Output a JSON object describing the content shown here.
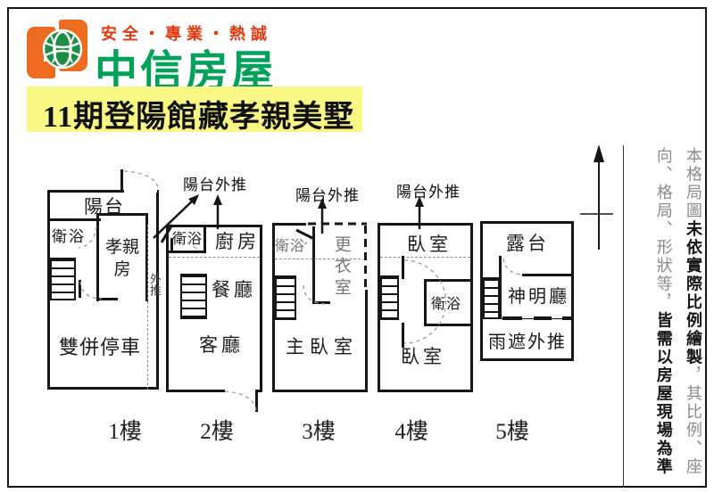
{
  "header": {
    "slogan": "安全・專業・熱誠",
    "company": "中信房屋",
    "title": "11期登陽館藏孝親美墅"
  },
  "colors": {
    "brand_orange": "#EC6B1F",
    "brand_green": "#00A259",
    "slogan_red": "#E8380D",
    "banner_yellow": "#FAF885"
  },
  "floors": [
    {
      "label": "1樓",
      "balcony": "陽台",
      "bath": "衛浴",
      "parent_room": "孝親房",
      "push_out": "外推",
      "parking": "雙併停車"
    },
    {
      "label": "2樓",
      "annotation": "陽台外推",
      "bath": "衛浴",
      "kitchen": "廚房",
      "dining": "餐廳",
      "living": "客廳"
    },
    {
      "label": "3樓",
      "annotation": "陽台外推",
      "bath": "衛浴",
      "closet": "更衣室",
      "master_bedroom": "主臥室"
    },
    {
      "label": "4樓",
      "annotation": "陽台外推",
      "bedroom_top": "臥室",
      "bath": "衛浴",
      "bedroom_bottom": "臥室"
    },
    {
      "label": "5樓",
      "terrace": "露台",
      "shrine_hall": "神明廳",
      "rain_canopy": "雨遮外推"
    }
  ],
  "disclaimer": {
    "segments": [
      {
        "text": "本格局圖"
      },
      {
        "text": "未依實際比例繪製"
      },
      {
        "text": "，其比例、座向、格局、形狀等，"
      },
      {
        "text": "皆需以房屋現場為準"
      }
    ]
  }
}
